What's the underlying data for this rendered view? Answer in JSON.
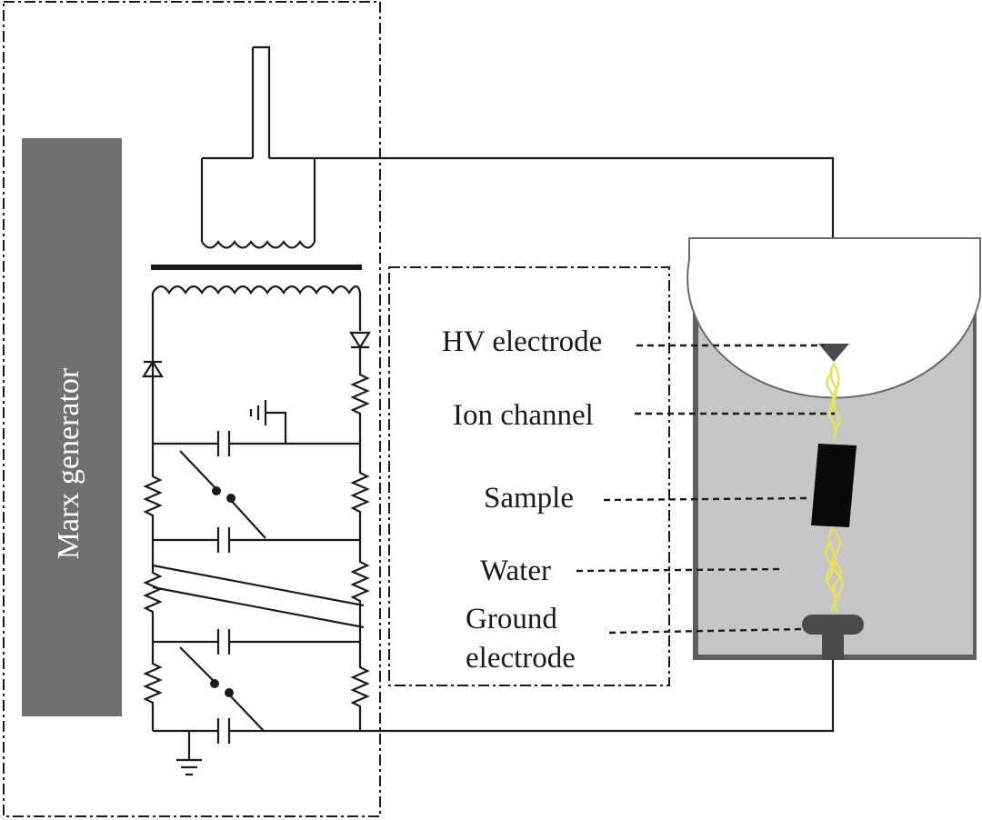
{
  "marx": {
    "label": "Marx generator"
  },
  "labels": {
    "hv_electrode": "HV electrode",
    "ion_channel": "Ion channel",
    "sample": "Sample",
    "water": "Water",
    "ground_line1": "Ground",
    "ground_line2": "electrode"
  },
  "colors": {
    "marx_bar": "#707072",
    "tank_fill": "#c6c6c6",
    "tank_border": "#5e5e60",
    "spark": "#e8e25a",
    "electrode": "#4a4a4c",
    "sample": "#0a0a0a"
  }
}
